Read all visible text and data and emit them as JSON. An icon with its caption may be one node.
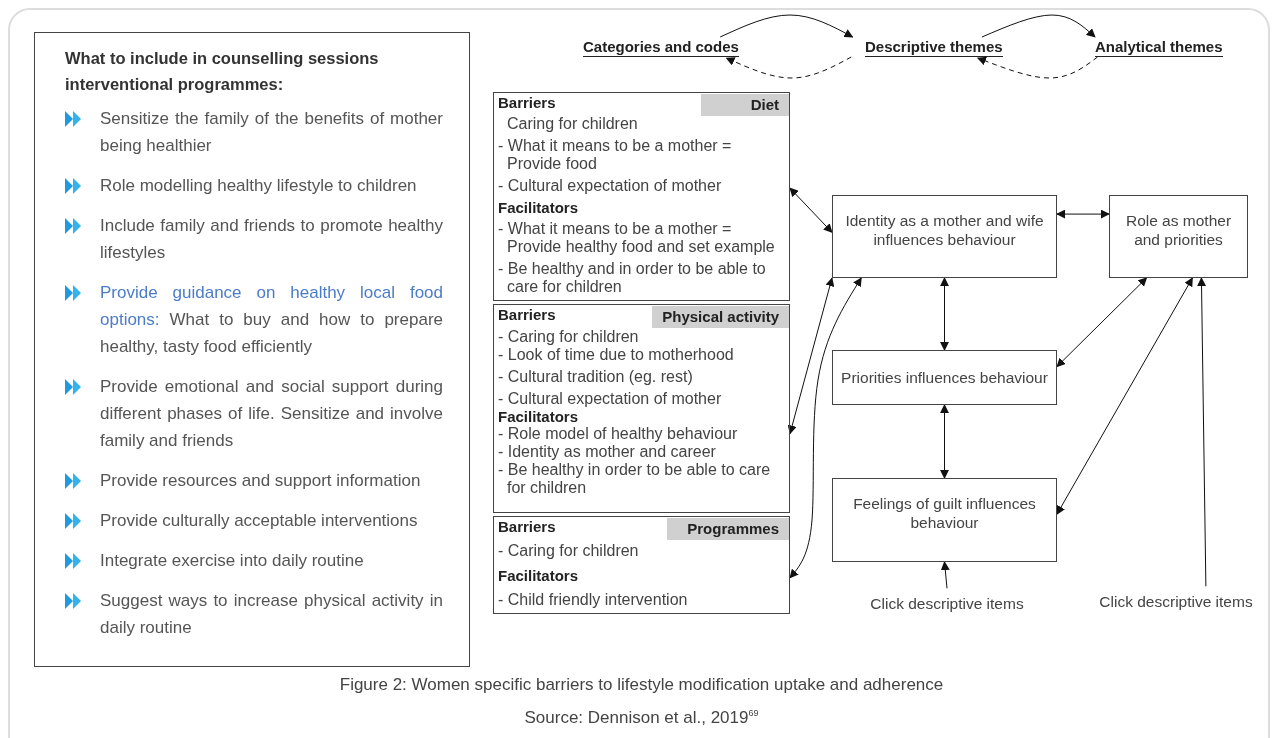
{
  "diagram": {
    "caption": "Figure 2: Women specific barriers to lifestyle modification uptake and adherence",
    "nodes": [
      {
        "text": [
          "What to include in counselling sessions interventional programmes:",
          "Sensitize the family of the benefits of mother being healthier",
          "Role modelling healthy lifestyle to children",
          "Include family and friends to promote healthy lifestyles",
          "Provide guidance on healthy local food options:",
          "What to buy and how to prepare healthy, tasty food efficiently",
          "Provide emotional and social support during different phases of life. Sensitize and involve family and friends",
          "Provide resources and support information",
          "Provide culturally acceptable interventions",
          "Integrate exercise into daily routine",
          "Suggest ways to increase physical activity in daily routine"
        ]
      },
      {
        "text": [
          "Categories and codes"
        ]
      },
      {
        "text": [
          "Descriptive themes"
        ]
      },
      {
        "text": [
          "Analytical themes"
        ]
      },
      {
        "text": [
          "Barriers",
          "Caring for children",
          "- What it means to be a mother = Provide food",
          "- Cultural expectation of mother",
          "Facilitators",
          "- What it means to be a mother = Provide healthy food and set example",
          "- Be healthy and in order to be able to care for children"
        ]
      },
      {
        "text": [
          "Diet"
        ],
        "in": 4
      },
      {
        "text": [
          "Barriers",
          "- Caring for children",
          "- Look of time due to motherhood",
          "- Cultural tradition (eg. rest)",
          "- Cultural expectation of mother",
          "Facilitators",
          "- Role model of healthy behaviour",
          "- Identity as mother and career",
          "- Be healthy in order to be able to care for children"
        ]
      },
      {
        "text": [
          "Physical activity"
        ],
        "in": 6
      },
      {
        "text": [
          "Barriers",
          "- Caring for children",
          "Facilitators",
          "- Child friendly intervention"
        ]
      },
      {
        "text": [
          "Programmes"
        ],
        "in": 8
      },
      {
        "text": [
          "Identity as a mother and wife influences behaviour"
        ]
      },
      {
        "text": [
          "Role as mother and priorities"
        ]
      },
      {
        "text": [
          "Priorities influences behaviour"
        ]
      },
      {
        "text": [
          "Feelings of guilt influences behaviour"
        ]
      },
      {
        "text": [
          "Click descriptive items"
        ]
      },
      {
        "text": [
          "Click descriptive items"
        ]
      }
    ],
    "edges": [
      {
        "from": 1,
        "to": 2,
        "arrow": "to"
      },
      {
        "from": 2,
        "to": 1,
        "arrow": "to",
        "style": "dashed"
      },
      {
        "from": 2,
        "to": 3,
        "arrow": "to"
      },
      {
        "from": 3,
        "to": 2,
        "arrow": "to",
        "style": "dashed"
      },
      {
        "from": 4,
        "to": 10,
        "arrow": "both"
      },
      {
        "from": 6,
        "to": 10,
        "arrow": "both"
      },
      {
        "from": 8,
        "to": 10,
        "arrow": "both"
      },
      {
        "from": 10,
        "to": 11,
        "arrow": "both"
      },
      {
        "from": 10,
        "to": 12,
        "arrow": "both"
      },
      {
        "from": 12,
        "to": 13,
        "arrow": "both"
      },
      {
        "from": 12,
        "to": 11,
        "arrow": "both"
      },
      {
        "from": 13,
        "to": 11,
        "arrow": "both"
      },
      {
        "from": 14,
        "to": 13,
        "arrow": "to"
      },
      {
        "from": 15,
        "to": 11,
        "arrow": "to"
      }
    ],
    "labels": [
      "Source: Dennison et al., 2019$^{69}$"
    ]
  }
}
